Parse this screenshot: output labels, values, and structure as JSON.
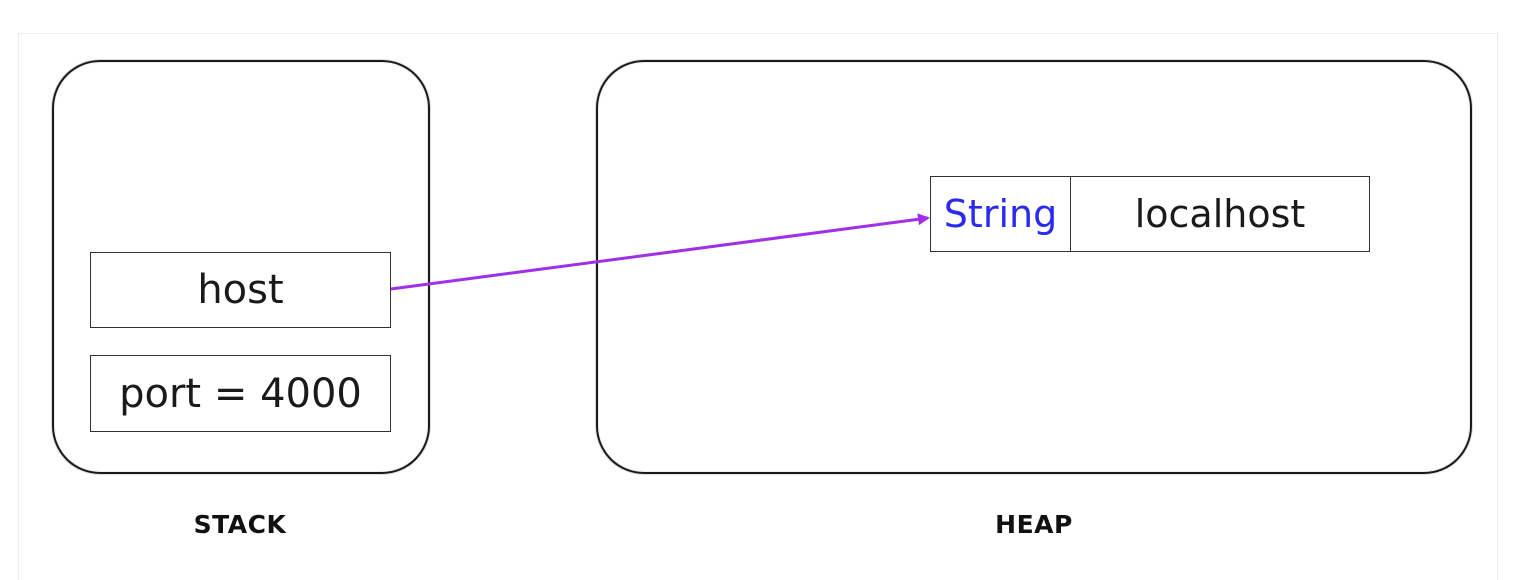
{
  "stack": {
    "label": "STACK",
    "variables": {
      "host": "host",
      "port": "port = 4000"
    }
  },
  "heap": {
    "label": "HEAP",
    "object": {
      "type": "String",
      "value": "localhost"
    }
  },
  "colors": {
    "outline": "#1a1a1a",
    "type_text": "#2b2bef",
    "pointer_arrow": "#a030e8"
  }
}
